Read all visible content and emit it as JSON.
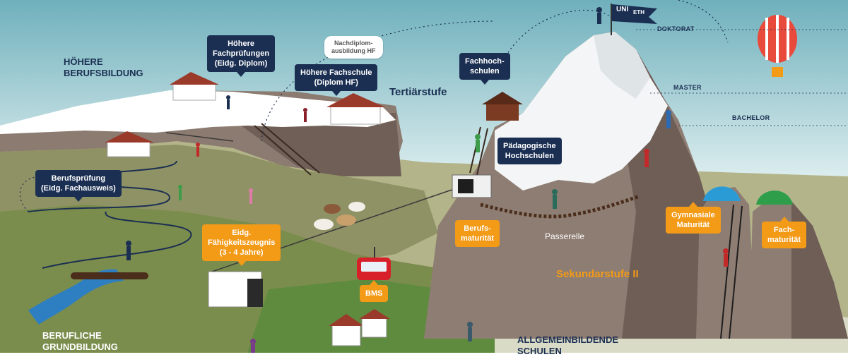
{
  "regions": {
    "hoehere_berufsbildung": "HÖHERE\nBERUFSBILDUNG",
    "tertiaerstufe": "Tertiärstufe",
    "sekundarstufe": "Sekundarstufe II",
    "berufliche_grundbildung": "BERUFLICHE\nGRUNDBILDUNG",
    "allgemeinbildende": "ALLGEMEINBILDENDE\nSCHULEN"
  },
  "levels": {
    "doktorat": "DOKTORAT",
    "master": "MASTER",
    "bachelor": "BACHELOR"
  },
  "flag": {
    "uni": "UNI",
    "eth": "ETH"
  },
  "navy_labels": {
    "hoehere_fachpruefungen": "Höhere\nFachprüfungen\n(Eidg. Diplom)",
    "hoehere_fachschule": "Höhere Fachschule\n(Diplom HF)",
    "berufspruefung": "Berufsprüfung\n(Eidg. Fachausweis)",
    "fachhochschulen": "Fachhoch-\nschulen",
    "paedagogische": "Pädagogische\nHochschulen"
  },
  "white_labels": {
    "nachdiplom": "Nachdiplom-\nausbildung HF"
  },
  "orange_labels": {
    "efz": "Eidg.\nFähigkeitszeugnis\n(3 - 4 Jahre)",
    "berufsmaturitaet": "Berufs-\nmaturität",
    "gymnasiale": "Gymnasiale\nMaturität",
    "fachmaturitaet": "Fach-\nmaturität",
    "bms": "BMS"
  },
  "plain_labels": {
    "passerelle": "Passerelle"
  },
  "colors": {
    "navy": "#1b2f52",
    "orange": "#f39a17",
    "sky": "#d9eef0",
    "rock": "#8a7a70",
    "grass": "#9aa66a",
    "water": "#2d7fc1"
  }
}
